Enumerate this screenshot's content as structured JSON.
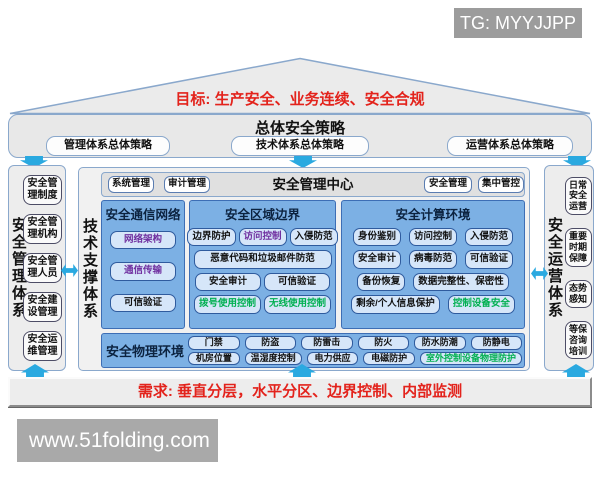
{
  "badges": {
    "tg": "TG: MYYJJPP",
    "site": "www.51folding.com"
  },
  "goal": "目标: 生产安全、业务连续、安全合规",
  "requirement": "需求: 垂直分层，水平分区、边界控制、内部监测",
  "strategy": {
    "title": "总体安全策略",
    "items": [
      "管理体系总体策略",
      "技术体系总体策略",
      "运营体系总体策略"
    ]
  },
  "mgmt_system": {
    "title": "安全管理体系",
    "items": [
      "安全管理制度",
      "安全管理机构",
      "安全管理人员",
      "安全建设管理",
      "安全运维管理"
    ]
  },
  "ops_system": {
    "title": "安全运营体系",
    "items": [
      "日常安全运营",
      "重要时期保障",
      "态势感知",
      "等保咨询培训"
    ]
  },
  "tech_system": {
    "title": "技术支撑体系",
    "mgmt_center": {
      "title": "安全管理中心",
      "left_items": [
        "系统管理",
        "审计管理"
      ],
      "right_items": [
        "安全管理",
        "集中管控"
      ]
    },
    "comm_network": {
      "title": "安全通信网络",
      "items": [
        {
          "label": "网络架构",
          "accent": "purple"
        },
        {
          "label": "通信传输",
          "accent": "purple"
        },
        {
          "label": "可信验证",
          "accent": "default"
        }
      ]
    },
    "area_boundary": {
      "title": "安全区域边界",
      "rows": [
        [
          {
            "label": "边界防护",
            "accent": "default"
          },
          {
            "label": "访问控制",
            "accent": "purple"
          },
          {
            "label": "入侵防范",
            "accent": "default"
          }
        ],
        [
          {
            "label": "恶意代码和垃圾邮件防范",
            "accent": "default"
          }
        ],
        [
          {
            "label": "安全审计",
            "accent": "default"
          },
          {
            "label": "可信验证",
            "accent": "default"
          }
        ],
        [
          {
            "label": "拨号使用控制",
            "accent": "green"
          },
          {
            "label": "无线使用控制",
            "accent": "green"
          }
        ]
      ]
    },
    "computing_env": {
      "title": "安全计算环境",
      "rows": [
        [
          {
            "label": "身份鉴别",
            "accent": "default"
          },
          {
            "label": "访问控制",
            "accent": "default"
          },
          {
            "label": "入侵防范",
            "accent": "default"
          }
        ],
        [
          {
            "label": "安全审计",
            "accent": "default"
          },
          {
            "label": "病毒防范",
            "accent": "default"
          },
          {
            "label": "可信验证",
            "accent": "default"
          }
        ],
        [
          {
            "label": "备份恢复",
            "accent": "default"
          },
          {
            "label": "数据完整性、保密性",
            "accent": "default"
          }
        ],
        [
          {
            "label": "剩余/个人信息保护",
            "accent": "default"
          },
          {
            "label": "控制设备安全",
            "accent": "green"
          }
        ]
      ]
    },
    "physical_env": {
      "title": "安全物理环境",
      "rows": [
        [
          {
            "label": "门禁",
            "accent": "default"
          },
          {
            "label": "防盗",
            "accent": "default"
          },
          {
            "label": "防雷击",
            "accent": "default"
          },
          {
            "label": "防火",
            "accent": "default"
          },
          {
            "label": "防水防潮",
            "accent": "default"
          },
          {
            "label": "防静电",
            "accent": "default"
          }
        ],
        [
          {
            "label": "机房位置",
            "accent": "default"
          },
          {
            "label": "温湿度控制",
            "accent": "default"
          },
          {
            "label": "电力供应",
            "accent": "default"
          },
          {
            "label": "电磁防护",
            "accent": "default"
          },
          {
            "label": "室外控制设备物理防护",
            "accent": "green"
          }
        ]
      ]
    }
  },
  "colors": {
    "red_text": "#e3231c",
    "purple_text": "#7030a0",
    "green_text": "#00b050",
    "panel_blue": "#7cb0e4",
    "chip_blue_bg": "#d6e6f9",
    "chip_blue_border": "#2f5b9e",
    "arrow_cyan": "#2aa9e0",
    "frame_border": "#8aa8cc",
    "frame_gray": "#ebebeb"
  }
}
